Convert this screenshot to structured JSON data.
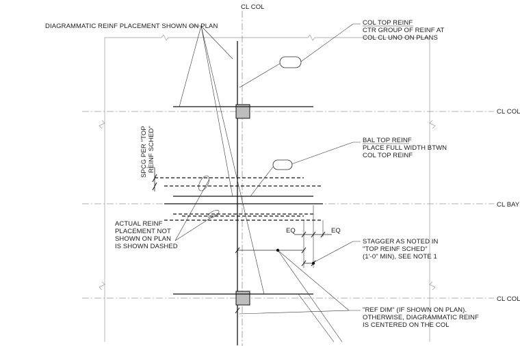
{
  "labels": {
    "cl_col_top": "CL COL",
    "diag_note": "DIAGRAMMATIC REINF PLACEMENT SHOWN ON PLAN",
    "col_top_reinf": {
      "title": "COL TOP REINF",
      "line1": "CTR GROUP OF REINF AT",
      "line2": "COL CL UNO ON PLANS"
    },
    "cl_col_right_1": "CL COL",
    "bal_top_reinf": {
      "title": "BAL TOP REINF",
      "line1": "PLACE FULL WIDTH BTWN",
      "line2": "COL TOP REINF"
    },
    "spcg": {
      "line1": "SPCG PER \"TOP",
      "line2": "REINF SCHED\""
    },
    "cl_bay": "CL BAY",
    "actual_reinf": {
      "line1": "ACTUAL REINF",
      "line2": "PLACEMENT NOT",
      "line3": "SHOWN ON PLAN",
      "line4": "IS SHOWN DASHED"
    },
    "eq_left": "EQ",
    "eq_right": "EQ",
    "stagger": {
      "line1": "STAGGER AS NOTED IN",
      "line2": "\"TOP REINF SCHED\"",
      "line3": "(1'-0\" MIN), SEE  NOTE 1"
    },
    "cl_col_right_2": "CL COL",
    "ref_dim": {
      "line1": "\"REF DIM\" (IF SHOWN ON PLAN).",
      "line2": "OTHERWISE, DIAGRAMMATIC REINF",
      "line3": "IS CENTERED ON THE COL"
    }
  }
}
